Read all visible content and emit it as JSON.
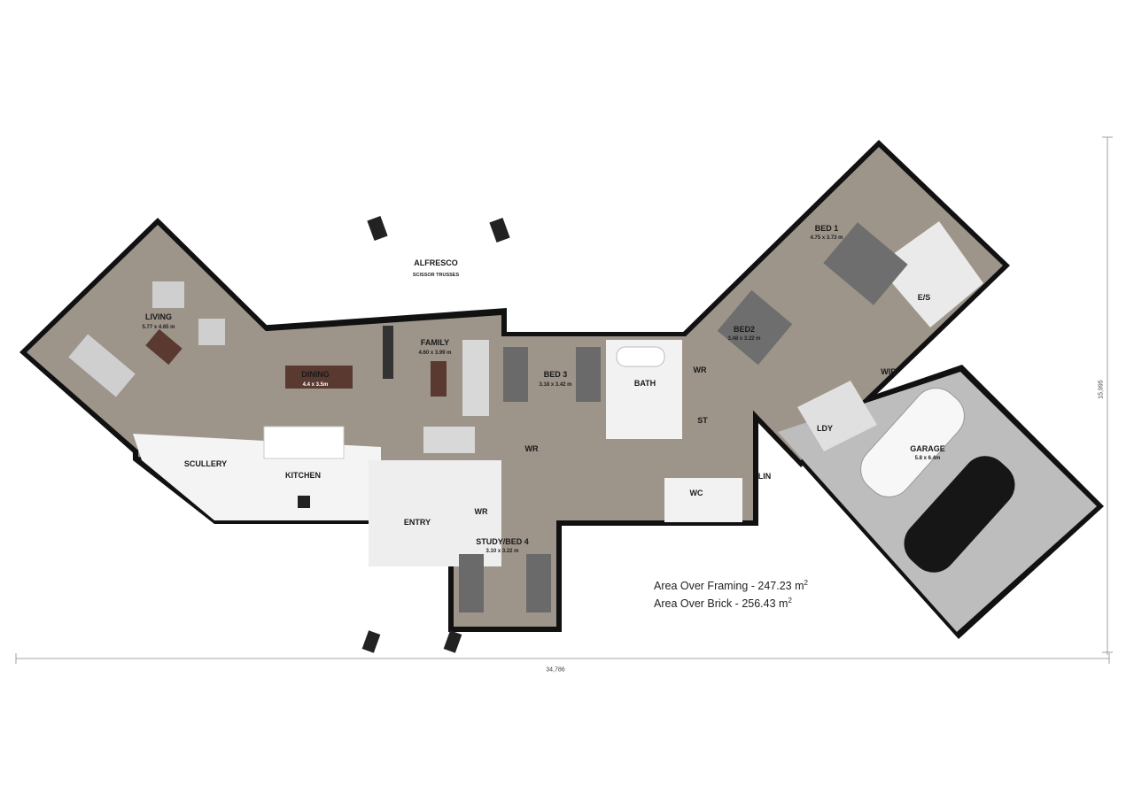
{
  "colors": {
    "floor": "#9d948a",
    "wall": "#111111",
    "wet_area": "#f2f2f2",
    "garage": "#bdbdbd",
    "furniture": "#5a3a30"
  },
  "outdoor": {
    "name": "ALFRESCO",
    "note": "SCISSOR TRUSSES"
  },
  "rooms": [
    {
      "id": "living",
      "name": "LIVING",
      "size": "5.77 x 4.65 m"
    },
    {
      "id": "dining",
      "name": "DINING",
      "size": "4.4 x 3.5m"
    },
    {
      "id": "family",
      "name": "FAMILY",
      "size": "4.60 x 3.99 m"
    },
    {
      "id": "bed3",
      "name": "BED 3",
      "size": "3.18 x 3.42 m"
    },
    {
      "id": "bath",
      "name": "BATH"
    },
    {
      "id": "wr-bed2",
      "name": "WR"
    },
    {
      "id": "st",
      "name": "ST"
    },
    {
      "id": "bed1",
      "name": "BED 1",
      "size": "4.75 x 3.73 m"
    },
    {
      "id": "bed2",
      "name": "BED2",
      "size": "3.48 x 3.22 m"
    },
    {
      "id": "es",
      "name": "E/S"
    },
    {
      "id": "wir",
      "name": "WIR"
    },
    {
      "id": "ldy",
      "name": "LDY"
    },
    {
      "id": "garage",
      "name": "GARAGE",
      "size": "5.8 x 6.4m"
    },
    {
      "id": "lin",
      "name": "LIN"
    },
    {
      "id": "wc",
      "name": "WC"
    },
    {
      "id": "wr-bed3",
      "name": "WR"
    },
    {
      "id": "scullery",
      "name": "SCULLERY"
    },
    {
      "id": "kitchen",
      "name": "KITCHEN"
    },
    {
      "id": "entry",
      "name": "ENTRY"
    },
    {
      "id": "wr-study",
      "name": "WR"
    },
    {
      "id": "study",
      "name": "STUDY/BED 4",
      "size": "3.10 x 3.22 m"
    }
  ],
  "areas": {
    "framing": {
      "label": "Area Over Framing - 247.23 m",
      "unit_sup": "2"
    },
    "brick": {
      "label": "Area Over Brick  - 256.43 m",
      "unit_sup": "2"
    }
  },
  "dimensions": {
    "overall_width": "34,786",
    "overall_depth": "15,995"
  }
}
